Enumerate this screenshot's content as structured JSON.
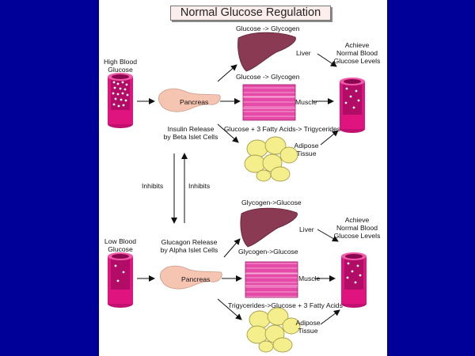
{
  "title": "Normal Glucose Regulation",
  "top": {
    "input_label": [
      "High Blood",
      "Glucose"
    ],
    "pancreas_label": "Pancreas",
    "release_label": [
      "Insulin Release",
      "by Beta Islet Cells"
    ],
    "liver_process_top": "Glucose -> Glycogen",
    "liver_process_bottom": "Glucose -> Glycogen",
    "liver_label": "Liver",
    "muscle_label": "Muscle",
    "adipose_process": "Glucose + 3 Fatty Acids-> Trigycerides",
    "adipose_label": [
      "Adipose",
      "Tissue"
    ],
    "achieve_label": [
      "Achieve",
      "Normal Blood",
      "Glucose Levels"
    ]
  },
  "middle": {
    "inhibits_left": "Inhibits",
    "inhibits_right": "Inhibits"
  },
  "bottom": {
    "input_label": [
      "Low Blood",
      "Glucose"
    ],
    "pancreas_label": "Pancreas",
    "release_label": [
      "Glucagon Release",
      "by Alpha Islet Cells"
    ],
    "liver_process_top": "Glycogen->Glucose",
    "liver_process_bottom": "Glycogen->Glucose",
    "liver_label": "Liver",
    "muscle_label": "Muscle",
    "adipose_process": "Trigycerides->Glucose + 3 Fatty Acids",
    "adipose_label": [
      "Adipose",
      "Tissue"
    ],
    "achieve_label": [
      "Achieve",
      "Normal Blood",
      "Glucose Levels"
    ]
  },
  "colors": {
    "background": "#000099",
    "tube": "#e0147f",
    "liver": "#8a3a52",
    "muscle": "#e64aa8",
    "adipose": "#f5ee8c",
    "pancreas": "#f6c5b2"
  }
}
